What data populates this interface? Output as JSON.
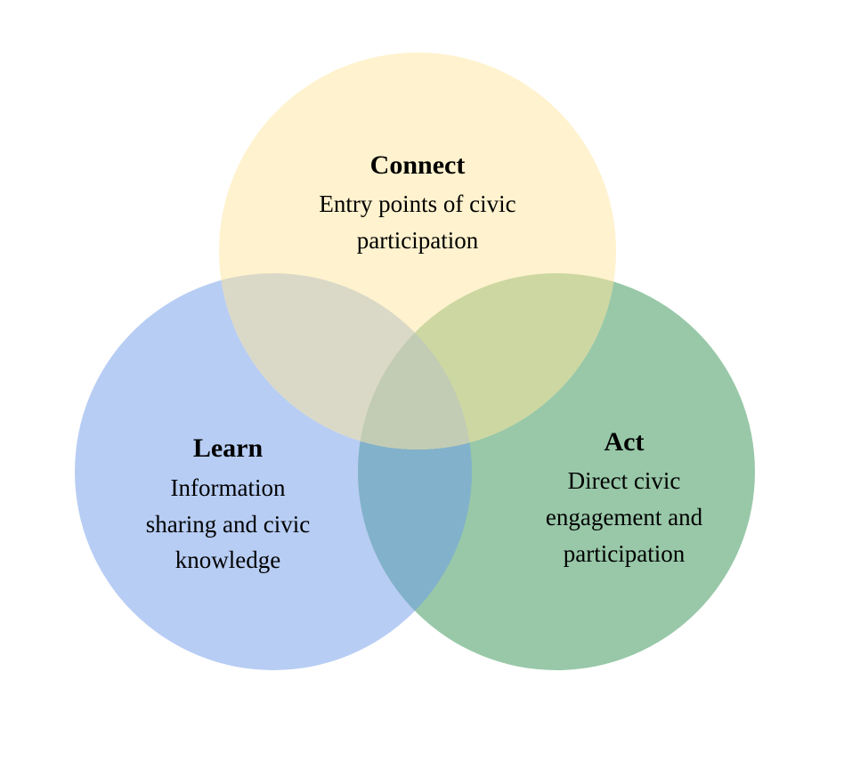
{
  "diagram": {
    "type": "venn",
    "sets": [
      {
        "id": "connect",
        "title": "Connect",
        "lines": [
          "Entry points of civic",
          "participation"
        ],
        "color": "#FFF2CE"
      },
      {
        "id": "learn",
        "title": "Learn",
        "lines": [
          "Information",
          "sharing and civic",
          "knowledge"
        ],
        "color": "#B7CDF4"
      },
      {
        "id": "act",
        "title": "Act",
        "lines": [
          "Direct civic",
          "engagement and",
          "participation"
        ],
        "color": "#98C8A8"
      }
    ],
    "overlap_colors": {
      "learn_act": "#82B1CB",
      "connect_learn": "#DAD9C8",
      "connect_act": "#CDD7A2",
      "all": "#C2CCB4"
    }
  }
}
